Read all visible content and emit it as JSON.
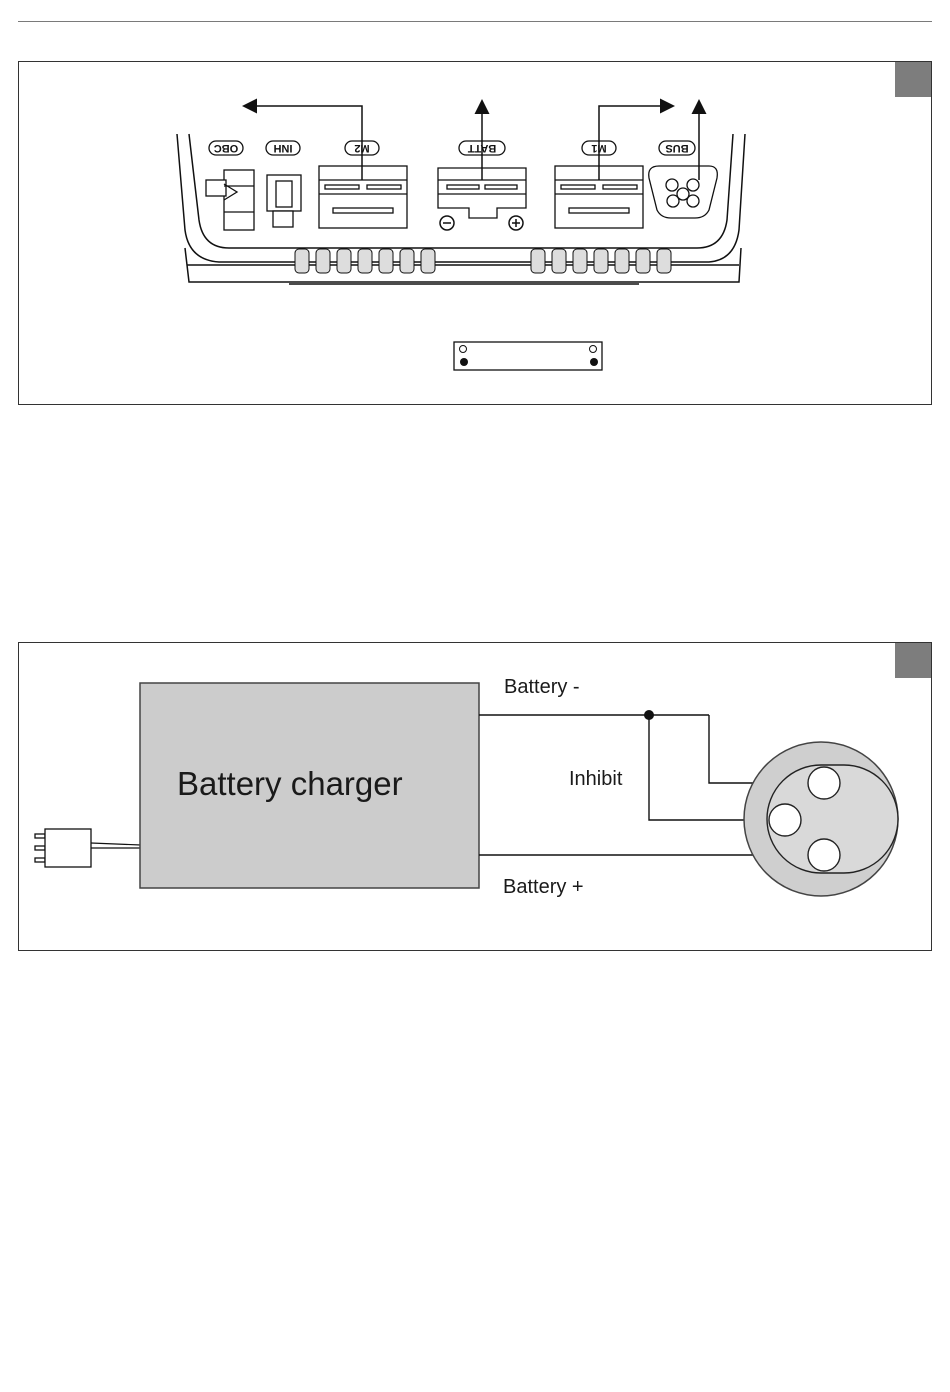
{
  "figure1": {
    "connector_labels": {
      "obc": "OBC",
      "inh": "INH",
      "m2": "M2",
      "batt": "BATT",
      "m1": "M1",
      "bus": "BUS"
    },
    "polarity": {
      "minus": "−",
      "plus": "+"
    }
  },
  "figure2": {
    "charger_label": "Battery charger",
    "battery_minus_label": "Battery -",
    "inhibit_label": "Inhibit",
    "battery_plus_label": "Battery +"
  },
  "colors": {
    "panel_border": "#333333",
    "tab_fill": "#7d7d7d",
    "charger_fill": "#cccccc",
    "socket_fill": "#cfcfcf"
  }
}
